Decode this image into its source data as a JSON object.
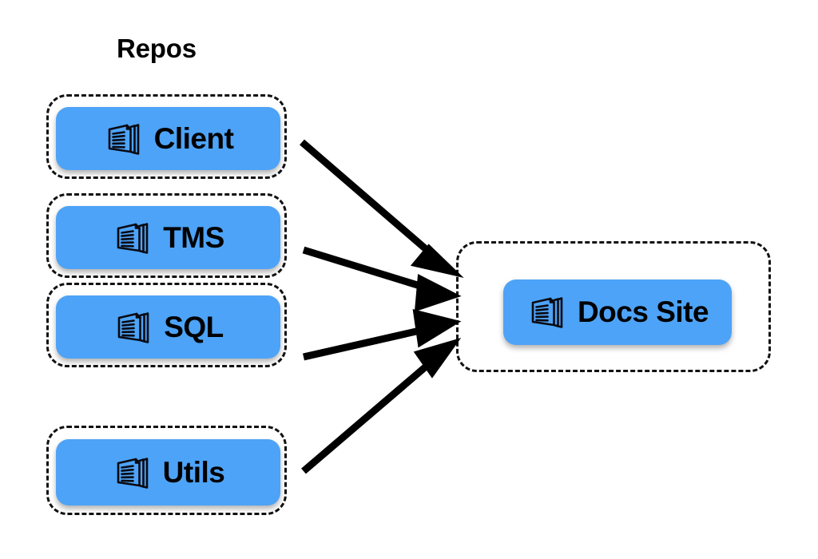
{
  "diagram": {
    "title_visible": true,
    "background_color": "#ffffff",
    "node_color": "#4da3f7",
    "outline_color": "#111111",
    "arrow_color": "#000000",
    "text_color": "#000000"
  },
  "groups": {
    "repos": {
      "heading": "Repos",
      "nodes": [
        {
          "label": "Client",
          "icon": "documents-icon"
        },
        {
          "label": "TMS",
          "icon": "documents-icon"
        },
        {
          "label": "SQL",
          "icon": "documents-icon"
        },
        {
          "label": "Utils",
          "icon": "documents-icon"
        }
      ]
    },
    "target": {
      "heading": "",
      "nodes": [
        {
          "label": "Docs Site",
          "icon": "documents-icon"
        }
      ]
    }
  },
  "connections": [
    {
      "from": "Client",
      "to": "Docs Site",
      "style": "solid-arrow"
    },
    {
      "from": "TMS",
      "to": "Docs Site",
      "style": "solid-arrow"
    },
    {
      "from": "SQL",
      "to": "Docs Site",
      "style": "solid-arrow"
    },
    {
      "from": "Utils",
      "to": "Docs Site",
      "style": "solid-arrow"
    }
  ]
}
